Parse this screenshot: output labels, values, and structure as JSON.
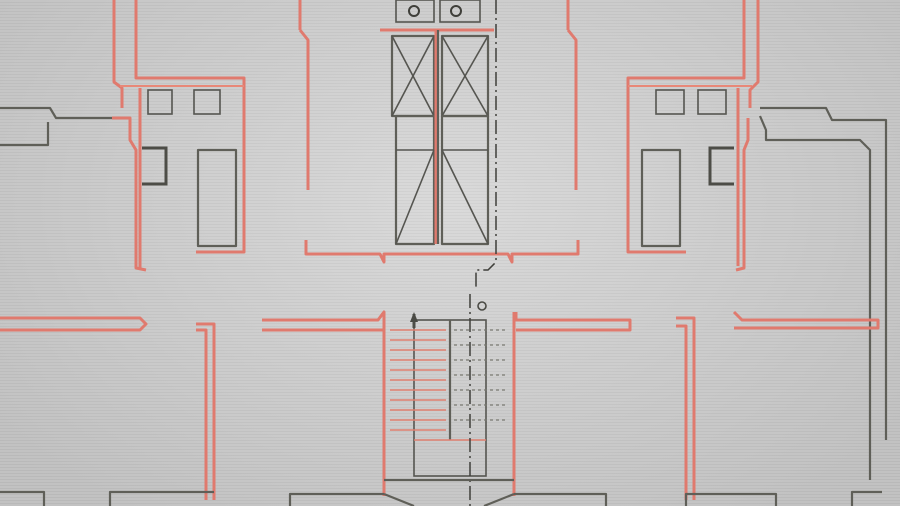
{
  "plan": {
    "kind": "architectural floor plan",
    "line_colors": {
      "existing_walls": "#5f5f58",
      "new_walls": "#e07a6e",
      "background": "#d0d0d0"
    },
    "elements": [
      "elevator-shaft-left",
      "elevator-shaft-right",
      "stair-flight",
      "bathroom-left",
      "bathroom-right",
      "axis-line"
    ]
  }
}
